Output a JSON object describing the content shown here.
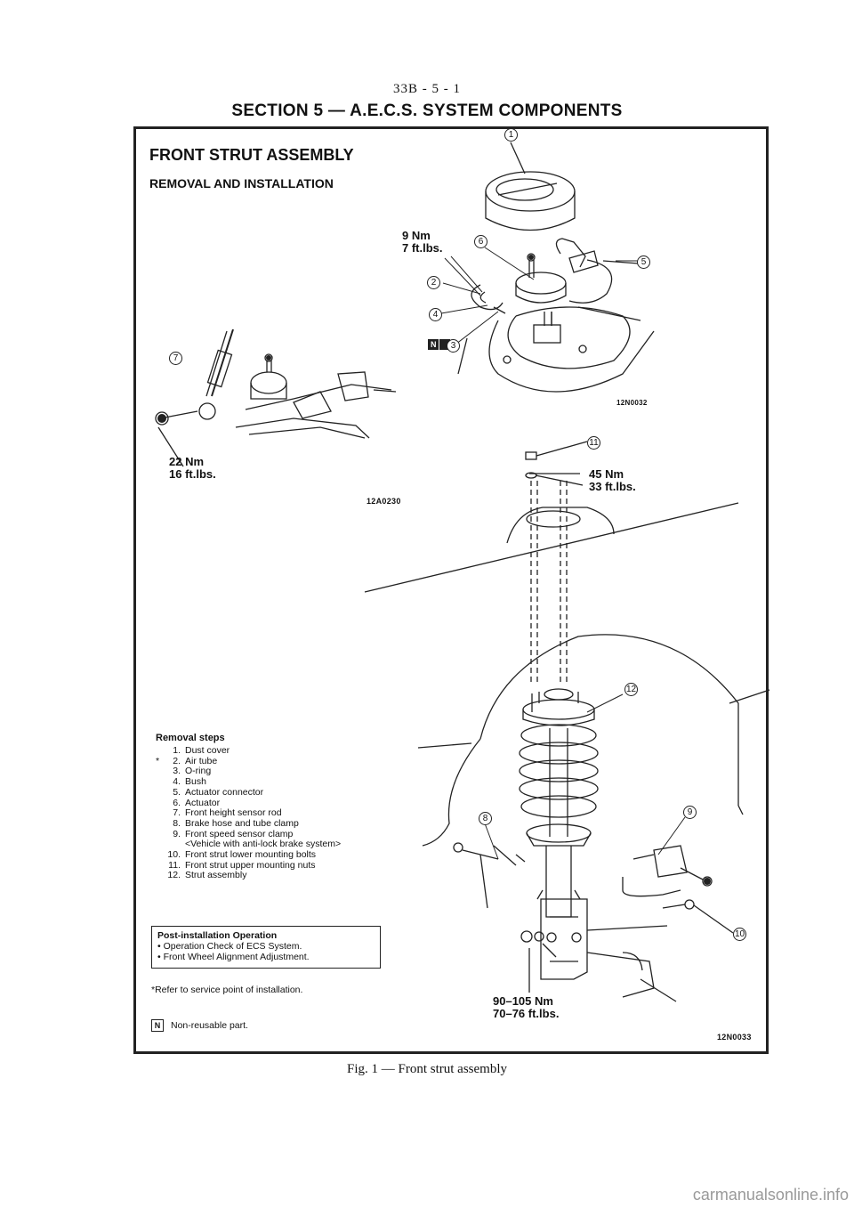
{
  "header": {
    "page_number": "33B - 5 - 1",
    "section_title": "SECTION 5 — A.E.C.S. SYSTEM COMPONENTS"
  },
  "figure": {
    "title": "FRONT STRUT ASSEMBLY",
    "subtitle": "REMOVAL AND INSTALLATION",
    "caption": "Fig. 1 — Front strut assembly",
    "image_codes": {
      "upper_left": "12A0230",
      "upper_right": "12N0032",
      "lower": "12N0033"
    },
    "torque_values": {
      "actuator_nm": "9 Nm",
      "actuator_ftlbs": "7 ft.lbs.",
      "sensor_rod_nm": "22 Nm",
      "sensor_rod_ftlbs": "16 ft.lbs.",
      "upper_nuts_nm": "45 Nm",
      "upper_nuts_ftlbs": "33 ft.lbs.",
      "lower_bolts_nm": "90–105 Nm",
      "lower_bolts_ftlbs": "70–76 ft.lbs."
    },
    "callouts": [
      "1",
      "2",
      "3",
      "4",
      "5",
      "6",
      "7",
      "8",
      "9",
      "10",
      "11",
      "12"
    ],
    "non_reusable_mark": "N"
  },
  "removal_steps": {
    "title": "Removal steps",
    "items": [
      {
        "num": "1.",
        "star": "",
        "text": "Dust cover"
      },
      {
        "num": "2.",
        "star": "*",
        "text": "Air tube"
      },
      {
        "num": "3.",
        "star": "",
        "text": "O-ring"
      },
      {
        "num": "4.",
        "star": "",
        "text": "Bush"
      },
      {
        "num": "5.",
        "star": "",
        "text": "Actuator connector"
      },
      {
        "num": "6.",
        "star": "",
        "text": "Actuator"
      },
      {
        "num": "7.",
        "star": "",
        "text": "Front height sensor rod"
      },
      {
        "num": "8.",
        "star": "",
        "text": "Brake hose and tube clamp"
      },
      {
        "num": "9.",
        "star": "",
        "text": "Front speed sensor clamp"
      },
      {
        "num": "",
        "star": "",
        "text": "<Vehicle with anti-lock brake system>"
      },
      {
        "num": "10.",
        "star": "",
        "text": "Front strut lower mounting bolts"
      },
      {
        "num": "11.",
        "star": "",
        "text": "Front strut upper mounting nuts"
      },
      {
        "num": "12.",
        "star": "",
        "text": "Strut assembly"
      }
    ]
  },
  "post_installation": {
    "title": "Post-installation Operation",
    "items": [
      "• Operation Check of ECS System.",
      "• Front Wheel Alignment Adjustment."
    ]
  },
  "notes": {
    "service_point": "*Refer to service point of installation.",
    "non_reusable": "Non-reusable part."
  },
  "watermark": "carmanualsonline.info"
}
